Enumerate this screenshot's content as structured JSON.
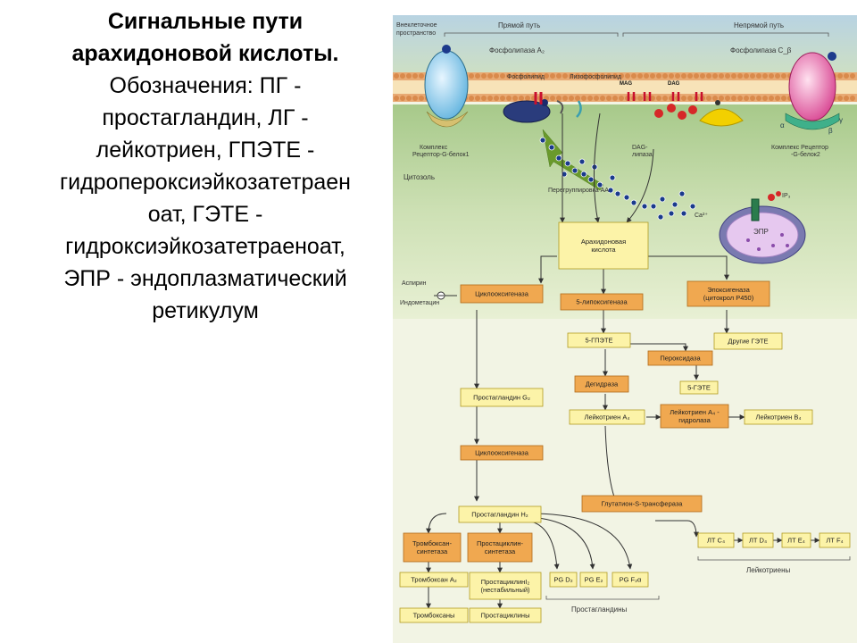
{
  "slide": {
    "title_line1": "Сигнальные пути",
    "title_line2": "арахидоновой кислоты.",
    "body_lines": [
      "Обозначения: ПГ -",
      "простагландин, ЛГ -",
      "лейкотриен, ГПЭТЕ -",
      "гидропероксиэйкозатетраен",
      "оат, ГЭТЕ -",
      "гидроксиэйкозатетраеноат,",
      "ЭПР - эндоплазматический",
      "ретикулум"
    ]
  },
  "diagram": {
    "top": {
      "extracellular": [
        "Внеклеточное",
        "пространство"
      ],
      "direct_path": "Прямой путь",
      "indirect_path": "Непрямой путь",
      "pla2": "Фосфолипаза A₂",
      "plc": "Фосфолипаза C_β",
      "phospholipid": "Фосфолипид",
      "lysophospholipid": "Лизофосфолипид",
      "mag": "MAG",
      "dag": "DAG",
      "dag_lipase": [
        "DAG-",
        "липаза"
      ],
      "complex1": [
        "Комплекс",
        "Рецептор-G-белок1"
      ],
      "complex2": [
        "Комплекс Рецептор",
        "-G-белок2"
      ],
      "cytosol": "Цитозоль",
      "regroup": "Перегруппировка АА",
      "ip3": "IP₃",
      "ca": "Ca²⁺",
      "er": "ЭПР",
      "alpha": "α",
      "beta": "β",
      "gamma": "γ"
    },
    "aa": [
      "Арахидоновая",
      "кислота"
    ],
    "aspirin": [
      "Аспирин",
      "Индометацин"
    ],
    "cox1": "Циклооксигеназа",
    "lox5": "5-липоксигеназа",
    "epox": [
      "Эпоксигеназа",
      "(цитокрол P450)"
    ],
    "hpete5": "5-ГПЭТЕ",
    "other_hete": "Другие ГЭТЕ",
    "peroxidase": "Пероксидаза",
    "hete5": "5-ГЭТЕ",
    "pgg2": "Простагландин G₂",
    "dehydrase": "Дегидраза",
    "lta4": "Лейкотриен A₄",
    "lta4_hydrolase": [
      "Лейкотриен A₄ -",
      "гидролаза"
    ],
    "ltb4": "Лейкотриен B₄",
    "cox2": "Циклооксигеназа",
    "gst": "Глутатион-S-трансфераза",
    "pgh2": "Простагландин H₂",
    "ltc4": "ЛТ C₄",
    "ltd4": "ЛТ D₄",
    "lte4": "ЛТ E₄",
    "ltf4": "ЛТ F₄",
    "leukotrienes": "Лейкотриены",
    "txs": [
      "Тромбоксан-",
      "синтетаза"
    ],
    "pgis": [
      "Простациклин-",
      "синтетаза"
    ],
    "txa2": "Тромбоксан A₂",
    "pgi2": [
      "ПростациклинI₂",
      "(нестабильный)"
    ],
    "pgd2": "PG D₂",
    "pge2": "PG E₂",
    "pgf2a": "PG F₂α",
    "prostaglandins": "Простагландины",
    "thromboxanes": "Тромбоксаны",
    "prostacyclins": "Простациклины"
  }
}
